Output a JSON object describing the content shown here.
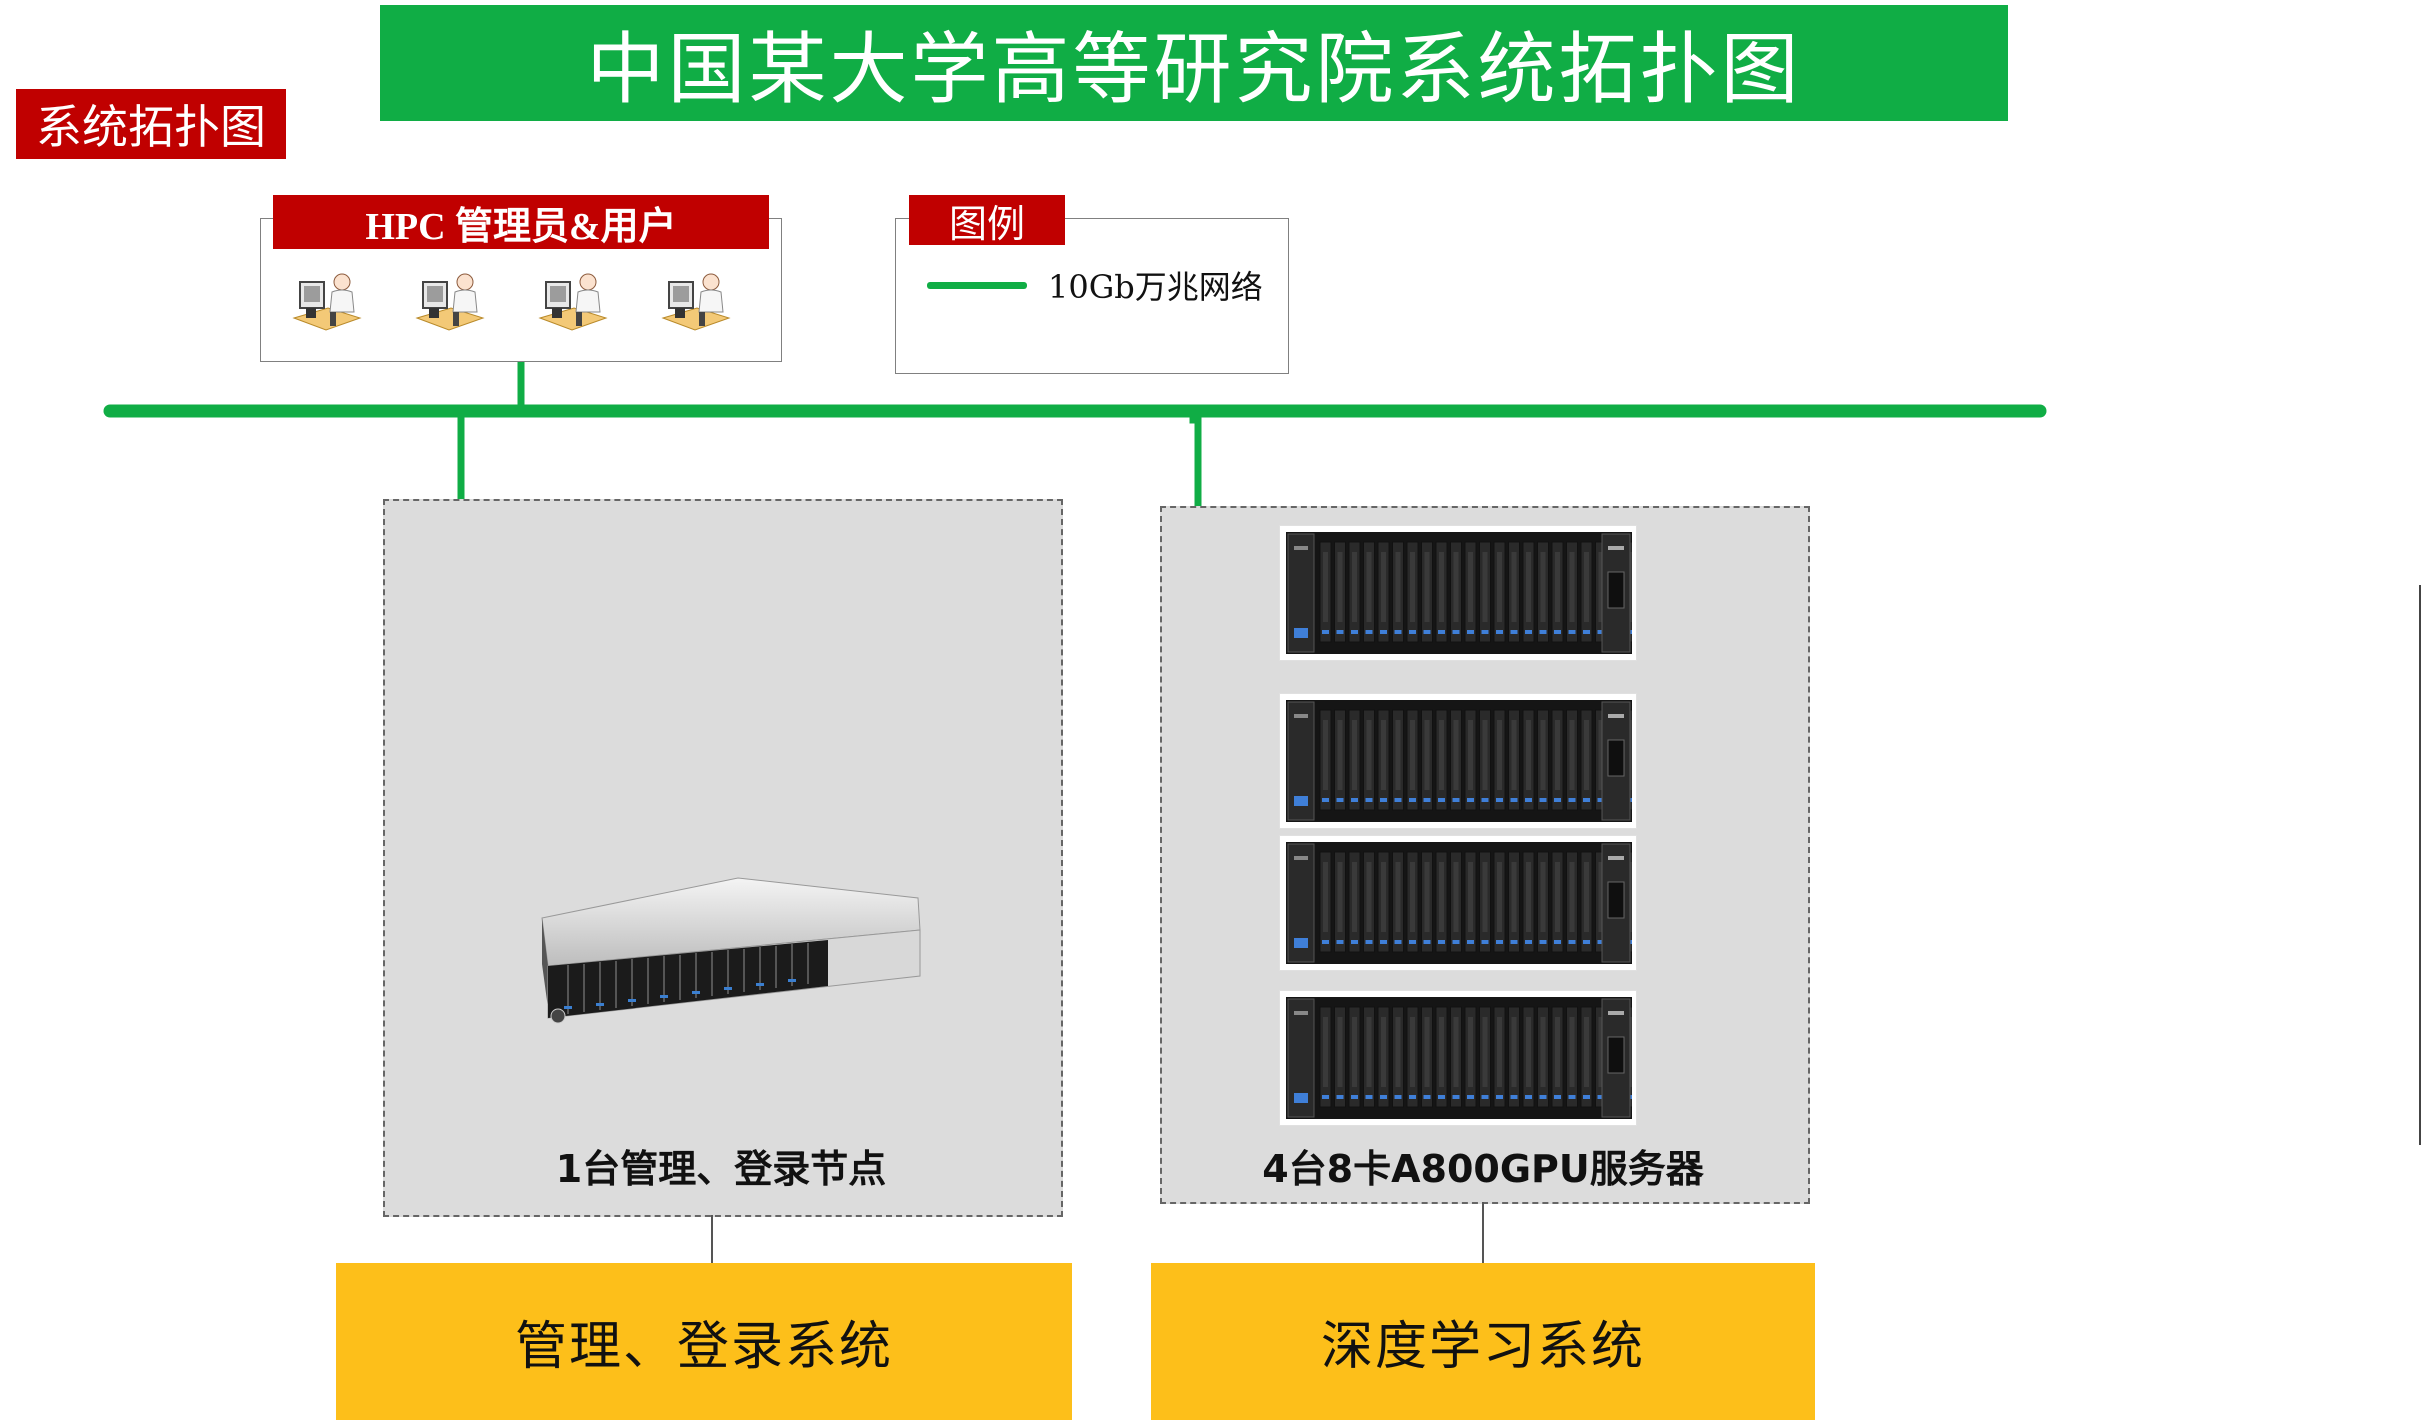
{
  "title": "中国某大学高等研究院系统拓扑图",
  "side_tag": "系统拓扑图",
  "users": {
    "label": "HPC 管理员&用户",
    "count": 4,
    "icon": "user-workstation-icon"
  },
  "legend": {
    "label": "图例",
    "items": [
      {
        "text": "10Gb万兆网络",
        "color": "#10ad45"
      }
    ]
  },
  "groups": [
    {
      "caption": "1台管理、登录节点",
      "system": "管理、登录系统",
      "server_count": 1,
      "icon": "server-2u-icon"
    },
    {
      "caption": "4台8卡A800GPU服务器",
      "system": "深度学习系统",
      "server_count": 4,
      "icon": "gpu-server-icon"
    }
  ],
  "colors": {
    "title_banner": "#10ad45",
    "tag_red": "#c00000",
    "network_line": "#10ad45",
    "system_box": "#fdbf1a",
    "group_bg": "#dcdcdc"
  }
}
